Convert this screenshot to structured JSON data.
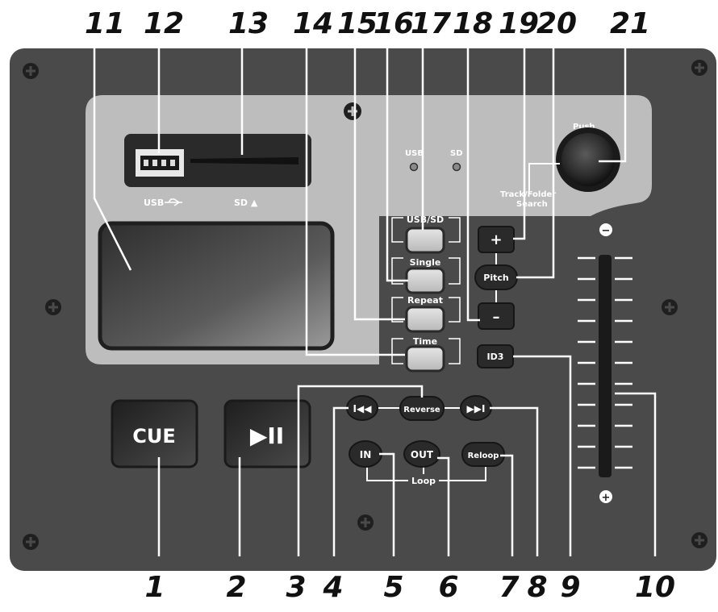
{
  "callouts": {
    "top": [
      "11",
      "12",
      "13",
      "14",
      "15",
      "16",
      "17",
      "18",
      "19",
      "20",
      "21"
    ],
    "bottom": [
      "1",
      "2",
      "3",
      "4",
      "5",
      "6",
      "7",
      "8",
      "9",
      "10"
    ]
  },
  "slots": {
    "usb_label": "USB",
    "sd_label": "SD ▲"
  },
  "indicators": {
    "usb": "USB",
    "sd": "SD"
  },
  "knob": {
    "push_label": "Push",
    "search_label_1": "Track/Folder",
    "search_label_2": "Search"
  },
  "buttons": {
    "usb_sd": "USB/SD",
    "single": "Single",
    "repeat": "Repeat",
    "time": "Time",
    "pitch": "Pitch",
    "pitch_plus": "+",
    "pitch_minus": "–",
    "id3": "ID3",
    "cue": "CUE",
    "play_pause": "▶II",
    "reverse": "Reverse",
    "prev": "I◀◀",
    "next": "▶▶I",
    "loop_in": "IN",
    "loop_out": "OUT",
    "reloop": "Reloop",
    "loop_label": "Loop"
  },
  "fader": {
    "top_symbol": "−",
    "bottom_symbol": "+"
  },
  "colors": {
    "panel": "#4a4a4a",
    "inset": "#bdbdbd",
    "button_light": "#d4d4d4",
    "button_dark": "#2e2e2e",
    "leader": "#ffffff"
  }
}
